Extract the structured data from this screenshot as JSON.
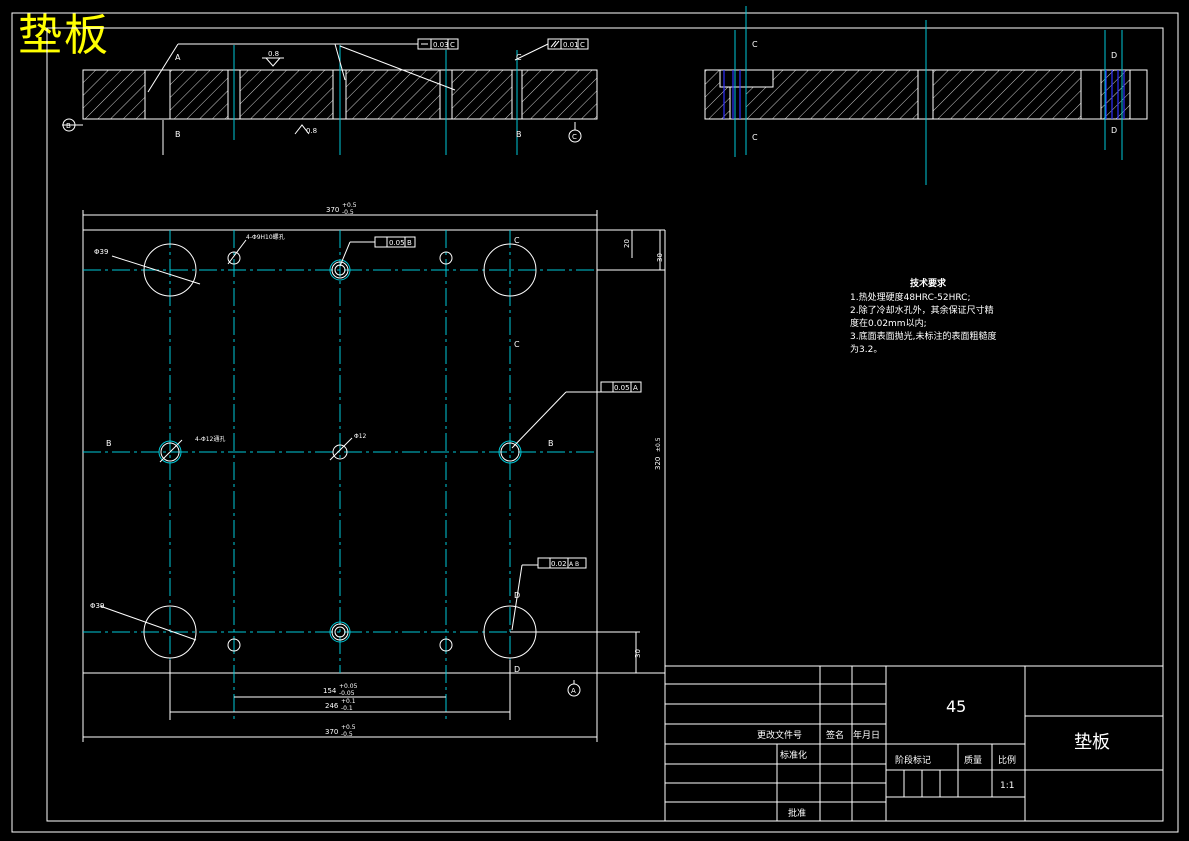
{
  "title_big": "垫板",
  "section_labels": {
    "A": "A",
    "B": "B",
    "C": "C",
    "D": "D"
  },
  "gdt": {
    "top_flatness": "0.03",
    "top_flatness_ref": "C",
    "top_parallel": "0.01",
    "top_parallel_ref": "C",
    "hole_position": "0.05",
    "hole_position_ref": "B",
    "mid_position": "0.05",
    "mid_position_ref": "A",
    "lower_position": "0.02",
    "lower_position_ref": "A B"
  },
  "roughness": {
    "top": "0.8",
    "bottom": "0.8"
  },
  "dims": {
    "width_top": "370",
    "width_top_tol_up": "+0.5",
    "width_top_tol_dn": "-0.5",
    "height": "320",
    "height_tol": "±0.5",
    "dim_20": "20",
    "dim_30_top": "30",
    "dim_30_bottom": "30",
    "dim_154": "154",
    "dim_154_tol_up": "+0.05",
    "dim_154_tol_dn": "-0.05",
    "dim_246": "246",
    "dim_246_tol_up": "+0.1",
    "dim_246_tol_dn": "-0.1",
    "width_bottom": "370",
    "width_bottom_tol_up": "+0.5",
    "width_bottom_tol_dn": "-0.5"
  },
  "callouts": {
    "d39_top": "Φ39",
    "d39_bottom": "Φ39",
    "holes_4_top": "4-Φ9H10螺孔",
    "holes_4_mid": "4-Φ12通孔",
    "d12": "Φ12"
  },
  "tech_requirements": {
    "heading": "技术要求",
    "lines": [
      "1.热处理硬度48HRC-52HRC;",
      "2.除了冷却水孔外，其余保证尺寸精",
      "度在0.02mm以内;",
      "3.底面表面抛光,未标注的表面粗糙度",
      "为3.2。"
    ]
  },
  "title_block": {
    "material": "45",
    "part_name": "垫板",
    "change_doc": "更改文件号",
    "signature": "签名",
    "date": "年月日",
    "standardize": "标准化",
    "stage_mark": "阶段标记",
    "weight": "质量",
    "scale_label": "比例",
    "scale_value": "1:1",
    "approve": "批准"
  }
}
